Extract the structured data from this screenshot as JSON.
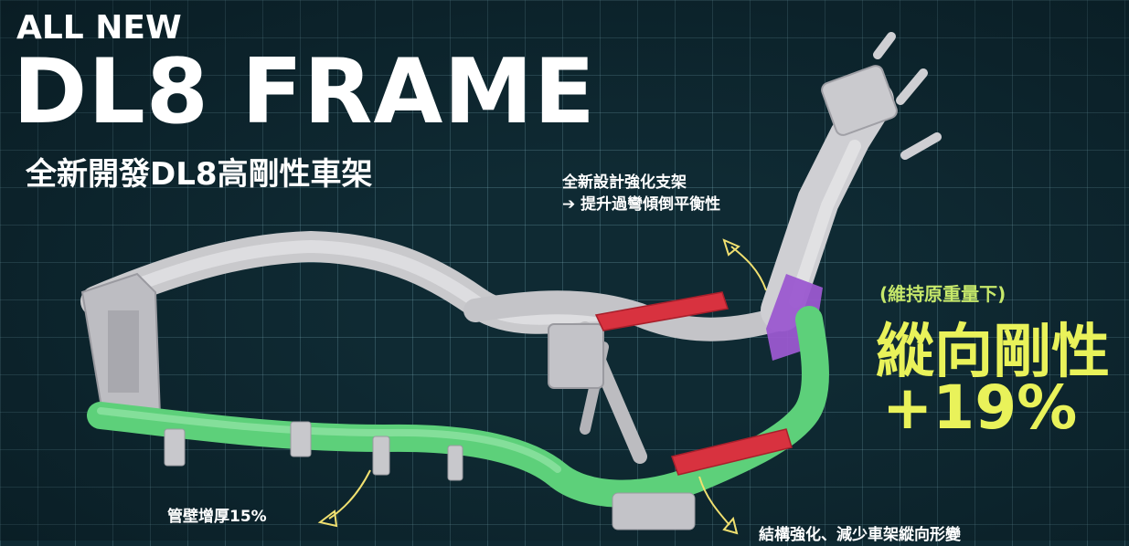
{
  "header": {
    "eyebrow": "ALL NEW",
    "title": "DL8 FRAME",
    "subtitle": "全新開發DL8高剛性車架"
  },
  "annotations": {
    "brace_line1": "全新設計強化支架",
    "brace_line2": "➔ 提升過彎傾倒平衡性",
    "tube_wall": "管壁增厚15%",
    "structure": "結構強化、減少車架縱向形變"
  },
  "stat": {
    "condition": "(維持原重量下)",
    "label": "縱向剛性",
    "value": "+19%"
  },
  "colors": {
    "background": "#0f2a33",
    "frame": "#d9d9db",
    "thickened_tube": "#5dd07a",
    "brace": "#d8323f",
    "reinforced_neck": "#9b59d0",
    "highlight_text": "#e9f25a",
    "annotation_arrow": "#f0e070"
  }
}
